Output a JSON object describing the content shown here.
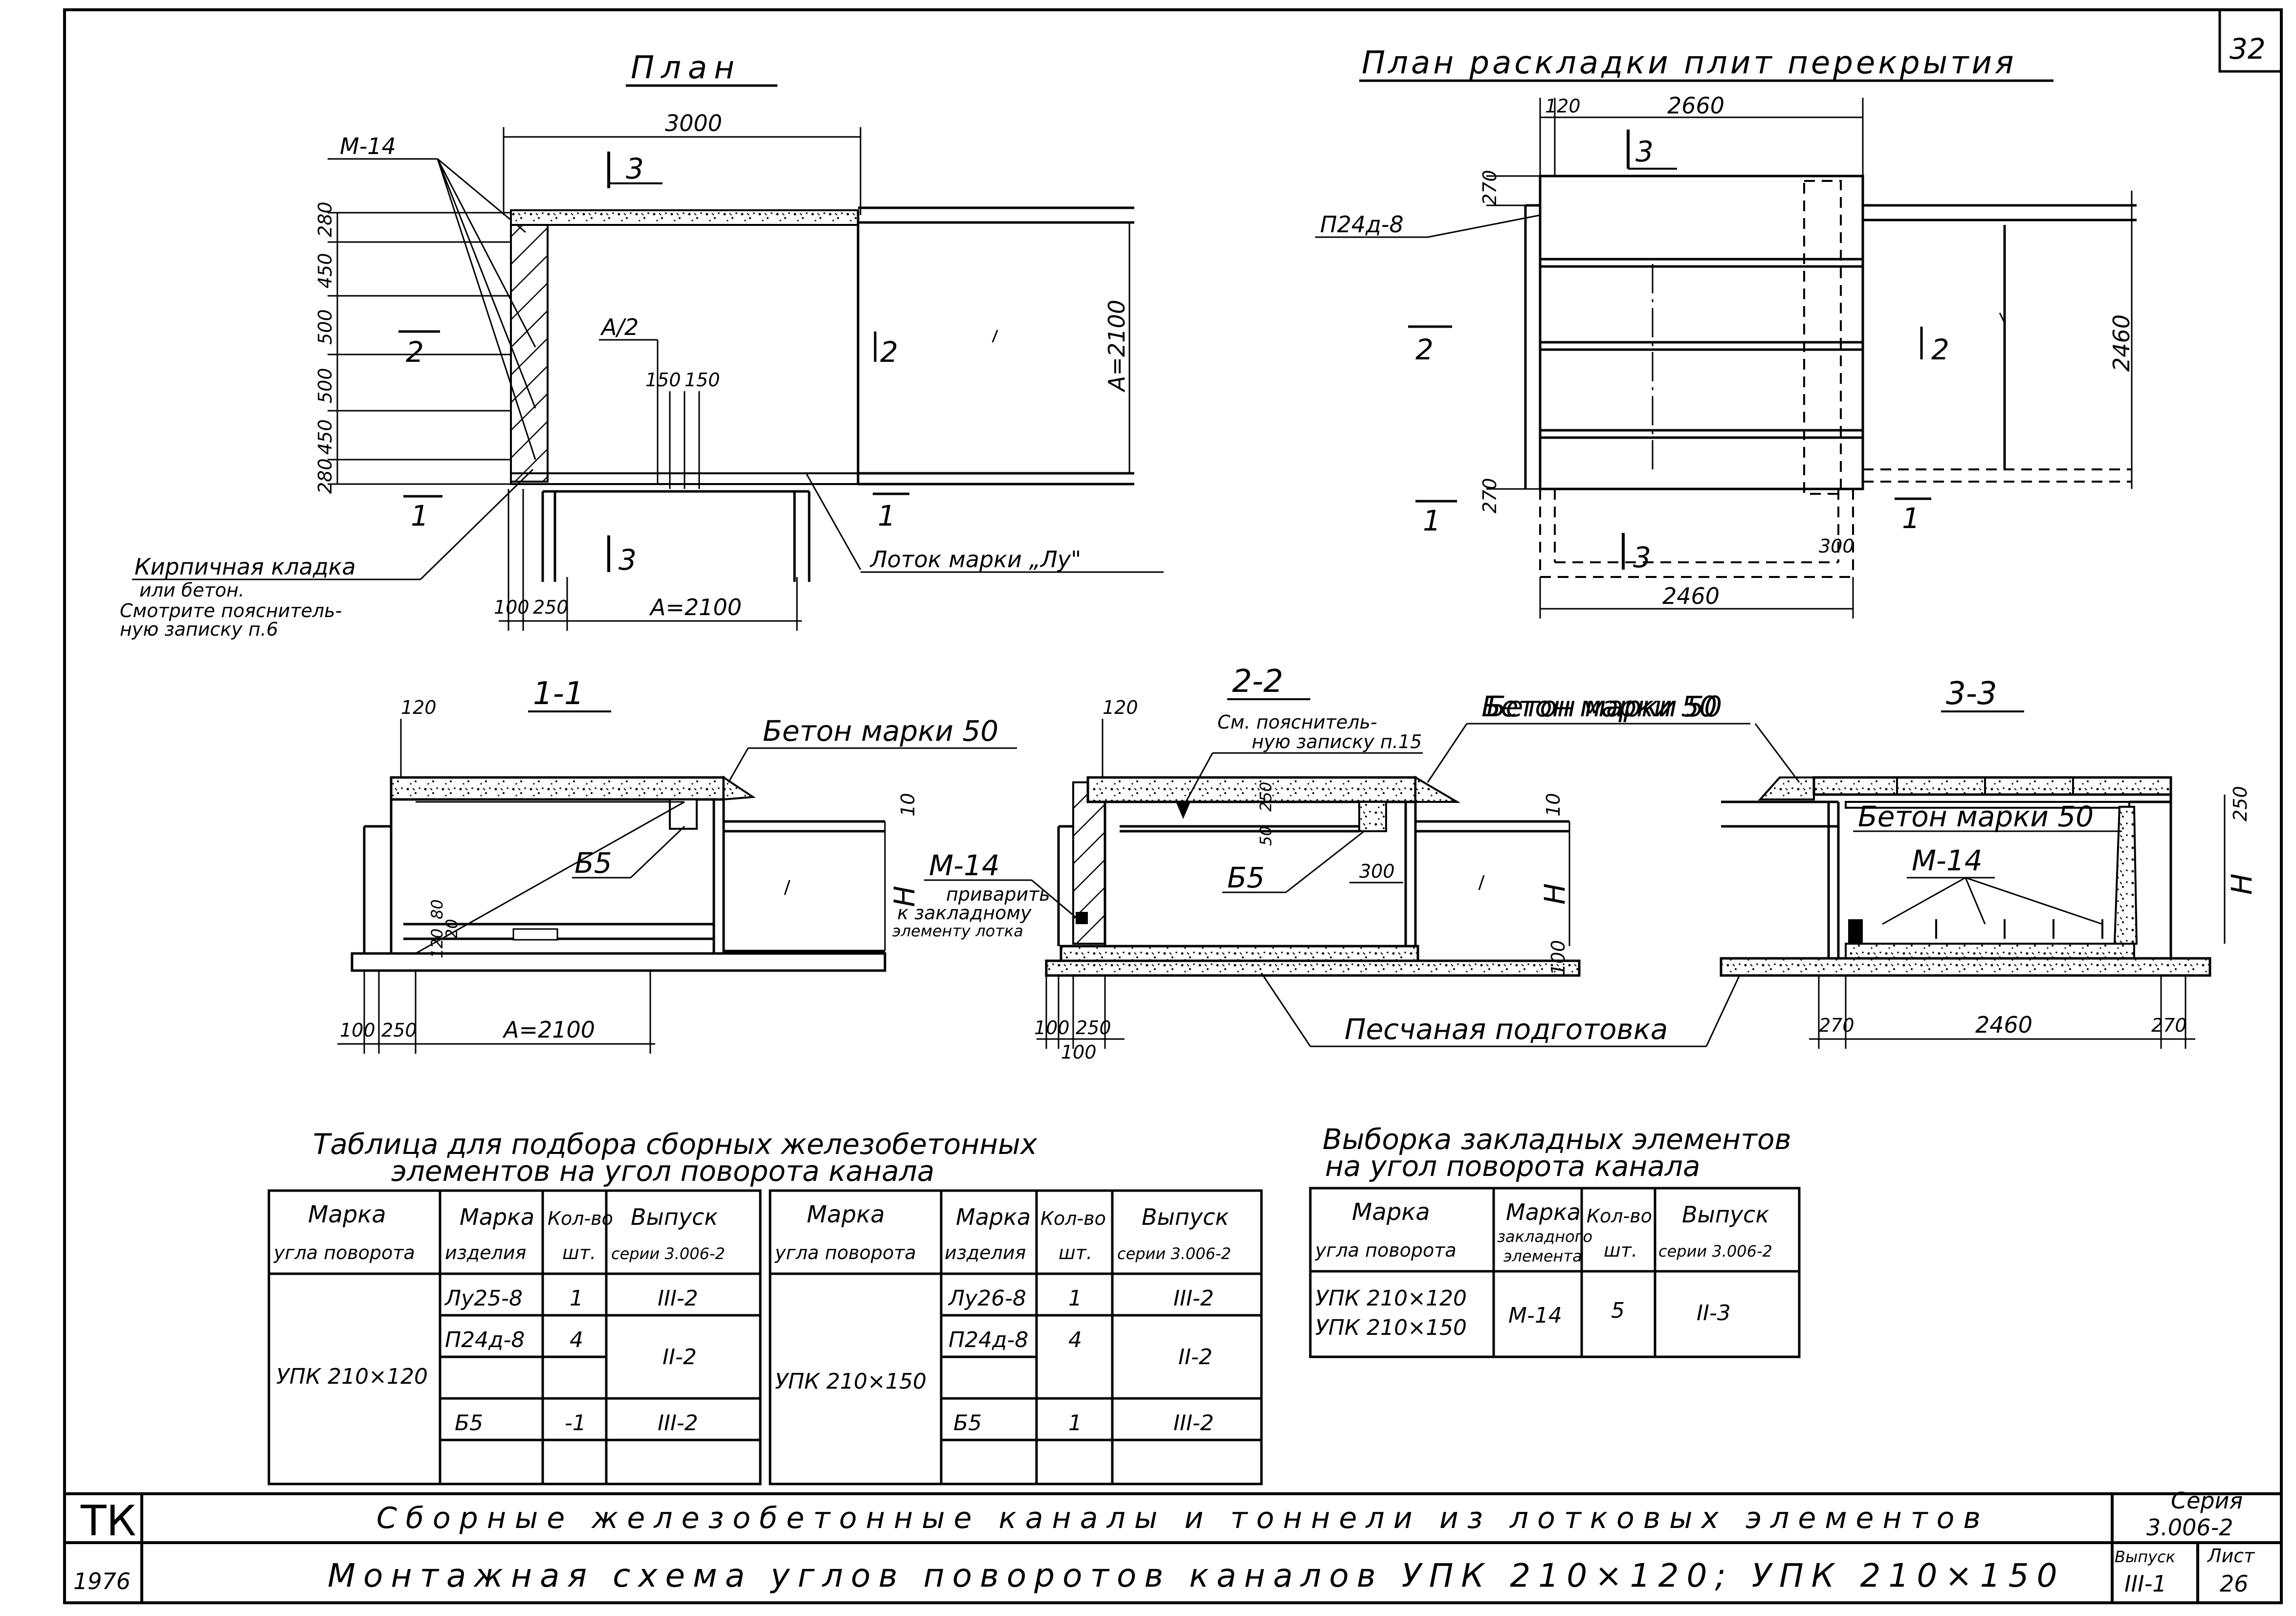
{
  "sheet": {
    "corner_number": "32"
  },
  "plan": {
    "title": "План",
    "dim_top": "3000",
    "label_m14": "М-14",
    "section3": "3",
    "section2": "2",
    "section1": "1",
    "a_half": "А/2",
    "dim_150a": "150",
    "dim_150b": "150",
    "dim_A_vert": "А=2100",
    "left_dims": [
      "280",
      "450",
      "500",
      "500",
      "450",
      "280"
    ],
    "brick_note": [
      "Кирпичная кладка",
      "или бетон.",
      "Смотрите пояснитель-",
      "ную записку п.6"
    ],
    "tray_note": "Лоток марки „Лу\"",
    "dim_100": "100",
    "dim_250": "250",
    "dim_A_horiz": "А=2100"
  },
  "slab_plan": {
    "title": "План раскладки плит перекрытия",
    "dim_120": "120",
    "dim_2660": "2660",
    "dim_270a": "270",
    "dim_270b": "270",
    "label_slab": "П24д-8",
    "dim_2460_vert": "2460",
    "dim_300": "300",
    "dim_2460_horiz": "2460",
    "section3": "3",
    "section2": "2",
    "section1": "1"
  },
  "sections": {
    "s11": {
      "title": "1-1",
      "dim_120": "120",
      "concrete": "Бетон марки 50",
      "label_b5": "Б5",
      "dim_10": "10",
      "dim_h": "Н",
      "dim_80": "80",
      "dim_120b": "120",
      "dim_20": "20",
      "dim_100": "100",
      "dim_250": "250",
      "dim_A": "А=2100"
    },
    "s22": {
      "title": "2-2",
      "dim_120": "120",
      "see_note": [
        "См. пояснитель-",
        "ную записку п.15"
      ],
      "concrete": "Бетон марки 50",
      "dim_10": "10",
      "dim_50": "50",
      "dim_250": "250",
      "label_b5": "Б5",
      "dim_300": "300",
      "dim_h": "Н",
      "m14": "М-14",
      "weld_note": [
        "приварить",
        "к закладному",
        "элементу лотка"
      ],
      "dim_100v": "100",
      "dim_100": "100",
      "dim_250b": "250",
      "dim_100b": "100",
      "sand": "Песчаная подготовка"
    },
    "s33": {
      "title": "3-3",
      "concrete": "Бетон марки 50",
      "m14": "М-14",
      "dim_250": "250",
      "dim_h": "Н",
      "dim_270a": "270",
      "dim_2460": "2460",
      "dim_270b": "270"
    }
  },
  "table1": {
    "title": [
      "Таблица для подбора сборных железобетонных",
      "элементов на угол поворота канала"
    ],
    "headers": {
      "mark1": "Марка",
      "mark2": "угла поворота",
      "item1": "Марка",
      "item2": "изделия",
      "qty1": "Кол-во",
      "qty2": "шт.",
      "rel1": "Выпуск",
      "rel2": "серии 3.006-2",
      "rel2b": "серии 3.006-2"
    },
    "left": {
      "angle": "УПК 210×120",
      "rows": [
        {
          "item": "Лу25-8",
          "qty": "1",
          "release": "III-2"
        },
        {
          "item": "П24д-8",
          "qty": "4",
          "release": "II-2"
        },
        {
          "item": "Б5",
          "qty": "-1",
          "release": "III-2"
        }
      ]
    },
    "right": {
      "angle": "УПК 210×150",
      "rows": [
        {
          "item": "Лу26-8",
          "qty": "1",
          "release": "III-2"
        },
        {
          "item": "П24д-8",
          "qty": "4",
          "release": "II-2"
        },
        {
          "item": "Б5",
          "qty": "1",
          "release": "III-2"
        }
      ]
    }
  },
  "table2": {
    "title": [
      "Выборка закладных элементов",
      "на угол поворота канала"
    ],
    "headers": {
      "mark1": "Марка",
      "mark2": "угла поворота",
      "el1": "Марка",
      "el2": "закладного",
      "el3": "элемента",
      "qty1": "Кол-во",
      "qty2": "шт.",
      "rel1": "Выпуск",
      "rel2": "серии 3.006-2"
    },
    "row": {
      "angle1": "УПК 210×120",
      "angle2": "УПК 210×150",
      "element": "М-14",
      "qty": "5",
      "release": "II-3"
    }
  },
  "stamp": {
    "code": "ТК",
    "year": "1976",
    "line1": "Сборные железобетонные каналы и тоннели из лотковых элементов",
    "line2": "Монтажная схема углов поворотов каналов УПК 210×120; УПК 210×150",
    "series_label": "Серия",
    "series_value": "3.006-2",
    "release_label": "Выпуск",
    "release_value": "III-1",
    "sheet_label": "Лист",
    "sheet_value": "26"
  }
}
